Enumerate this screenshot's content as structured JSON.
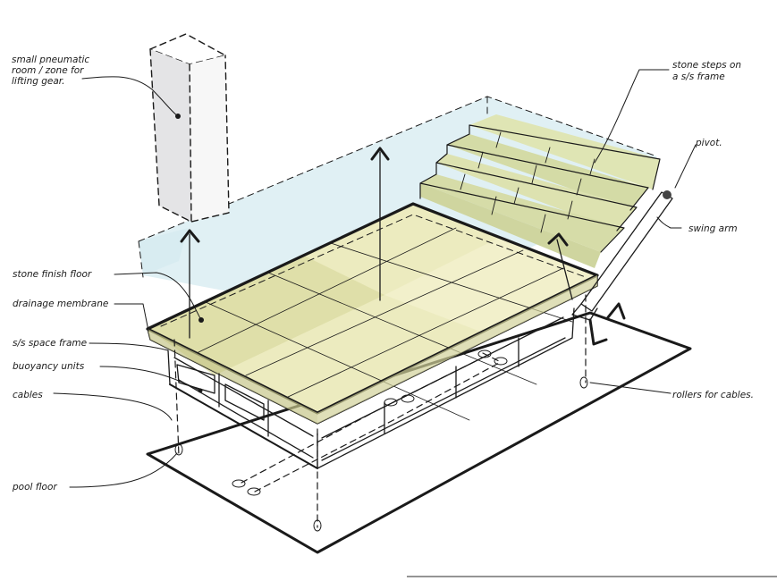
{
  "labels": {
    "pneumatic_room": [
      "small pneumatic",
      "room / zone for",
      "lifting gear."
    ],
    "stone_steps": [
      "stone steps on",
      "a s/s frame"
    ],
    "pivot": "pivot.",
    "swing_arm": "swing arm",
    "stone_finish_floor": "stone finish floor",
    "drainage_membrane": "drainage membrane",
    "ss_space_frame": "s/s space frame",
    "buoyancy_units": "buoyancy units",
    "cables": "cables",
    "rollers_for_cables": "rollers for cables.",
    "pool_floor": "pool floor"
  },
  "colors": {
    "ink": "#1a1a1a",
    "water": "#cfe6ec",
    "stone": "#e6e6b4",
    "stone_dark": "#cfcf95",
    "steps": "#d9dfb0",
    "pool_floor": "#e2e2e2",
    "pneumatic_room": "#e4e4e6"
  }
}
